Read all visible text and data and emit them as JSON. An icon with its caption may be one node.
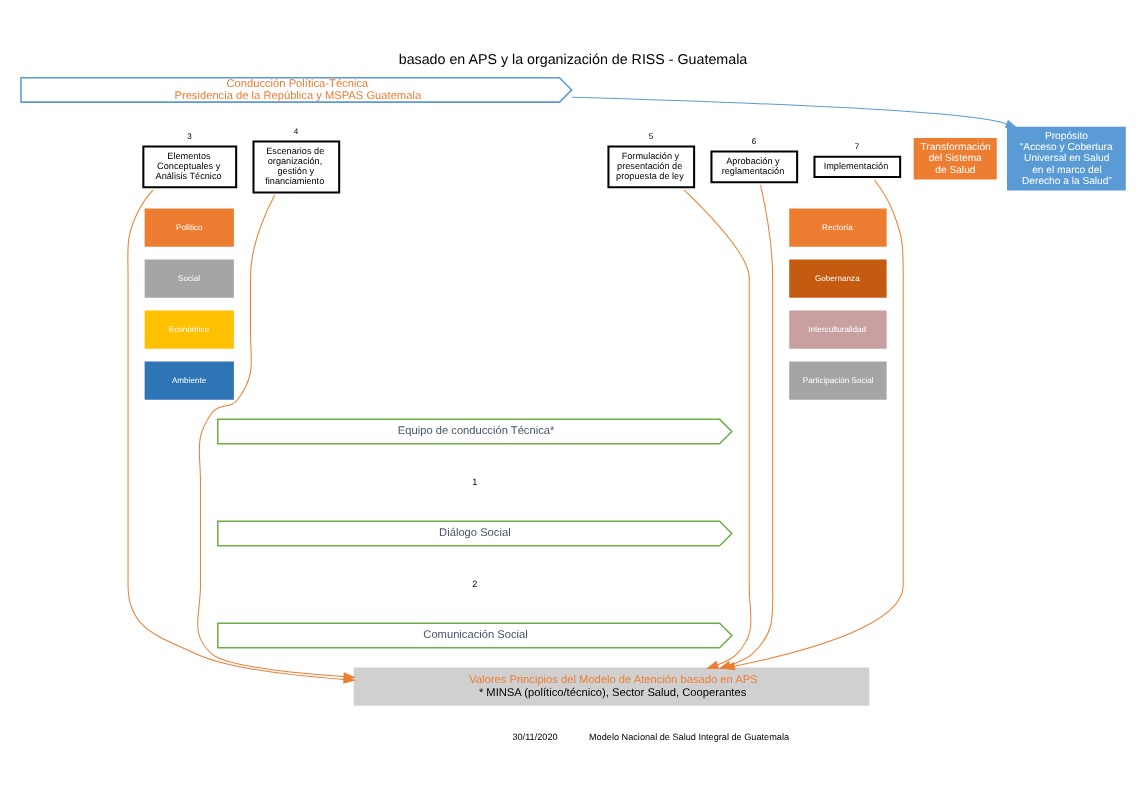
{
  "diagram": {
    "title": "basado en APS y la organización de RISS - Guatemala",
    "nodes": [
      {
        "text": [
          "Conducción Política-Técnica",
          "Presidencia de la República y MSPAS Guatemala"
        ]
      },
      {
        "text": [
          "Elementos Conceptuales y Análisis Técnico"
        ],
        "beside": [
          "3"
        ]
      },
      {
        "text": [
          "Político"
        ]
      },
      {
        "text": [
          "Social"
        ]
      },
      {
        "text": [
          "Económico"
        ]
      },
      {
        "text": [
          "Ambiente"
        ]
      },
      {
        "text": [
          "Escenarios de organización, gestión y financiamiento"
        ],
        "beside": [
          "4"
        ]
      },
      {
        "text": [
          "Formulación y presentación de propuesta de ley"
        ],
        "beside": [
          "5"
        ]
      },
      {
        "text": [
          "Aprobación y reglamentación"
        ],
        "beside": [
          "6"
        ]
      },
      {
        "text": [
          "Implementación"
        ],
        "beside": [
          "7"
        ]
      },
      {
        "text": [
          "Rectoría"
        ]
      },
      {
        "text": [
          "Gobernanza"
        ]
      },
      {
        "text": [
          "Interculturalidad"
        ]
      },
      {
        "text": [
          "Participación Social"
        ]
      },
      {
        "text": [
          "Equipo de conducción Técnica*"
        ]
      },
      {
        "text": [
          "Diálogo Social"
        ]
      },
      {
        "text": [
          "Comunicación Social"
        ]
      },
      {
        "text": [
          "Valores Principios del Modelo de Atención basado en APS",
          "* MINSA (político/técnico), Sector Salud, Cooperantes"
        ]
      },
      {
        "text": [
          "Transformación del Sistema de Salud"
        ]
      },
      {
        "text": [
          "Propósito",
          "“Acceso y Cobertura Universal en Salud en el marco del Derecho a la Salud”"
        ]
      }
    ],
    "edges": [
      {
        "from": 0,
        "to": 19,
        "arrow": "to",
        "color": "#5b9bd5"
      },
      {
        "from": 1,
        "to": 17,
        "arrow": "to"
      },
      {
        "from": 6,
        "to": 17,
        "arrow": "to"
      },
      {
        "from": 7,
        "to": 17,
        "arrow": "to"
      },
      {
        "from": 8,
        "to": 17,
        "arrow": "to"
      },
      {
        "from": 9,
        "to": 17,
        "arrow": "to"
      }
    ],
    "labels": [
      "1",
      "2",
      "30/11/2020",
      "Modelo Nacional de Salud Integral de Guatemala"
    ]
  }
}
